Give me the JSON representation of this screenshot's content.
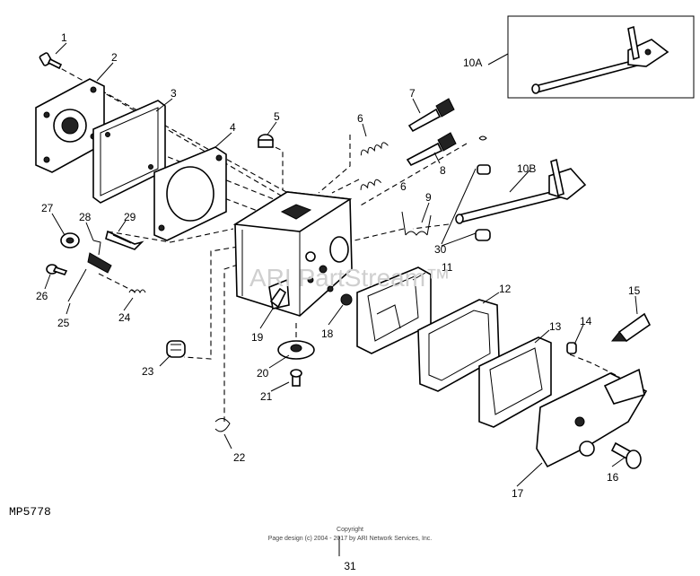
{
  "diagram": {
    "callouts": [
      {
        "id": "c1",
        "label": "1"
      },
      {
        "id": "c2",
        "label": "2"
      },
      {
        "id": "c3",
        "label": "3"
      },
      {
        "id": "c4",
        "label": "4"
      },
      {
        "id": "c5",
        "label": "5"
      },
      {
        "id": "c6a",
        "label": "6"
      },
      {
        "id": "c6b",
        "label": "6"
      },
      {
        "id": "c7",
        "label": "7"
      },
      {
        "id": "c8",
        "label": "8"
      },
      {
        "id": "c9",
        "label": "9"
      },
      {
        "id": "c10a",
        "label": "10A"
      },
      {
        "id": "c10b",
        "label": "10B"
      },
      {
        "id": "c11",
        "label": "11"
      },
      {
        "id": "c12",
        "label": "12"
      },
      {
        "id": "c13",
        "label": "13"
      },
      {
        "id": "c14",
        "label": "14"
      },
      {
        "id": "c15",
        "label": "15"
      },
      {
        "id": "c16",
        "label": "16"
      },
      {
        "id": "c17",
        "label": "17"
      },
      {
        "id": "c18",
        "label": "18"
      },
      {
        "id": "c19",
        "label": "19"
      },
      {
        "id": "c20",
        "label": "20"
      },
      {
        "id": "c21",
        "label": "21"
      },
      {
        "id": "c22",
        "label": "22"
      },
      {
        "id": "c23",
        "label": "23"
      },
      {
        "id": "c24",
        "label": "24"
      },
      {
        "id": "c25",
        "label": "25"
      },
      {
        "id": "c26",
        "label": "26"
      },
      {
        "id": "c27",
        "label": "27"
      },
      {
        "id": "c28",
        "label": "28"
      },
      {
        "id": "c29",
        "label": "29"
      },
      {
        "id": "c30",
        "label": "30"
      }
    ]
  },
  "figure_code": "MP5778",
  "watermark": "ARI PartStream™",
  "footer": {
    "copyright": "Copyright",
    "page_design": "Page design (c) 2004 - 2017 by ARI Network Services, Inc."
  },
  "page_number": "31"
}
